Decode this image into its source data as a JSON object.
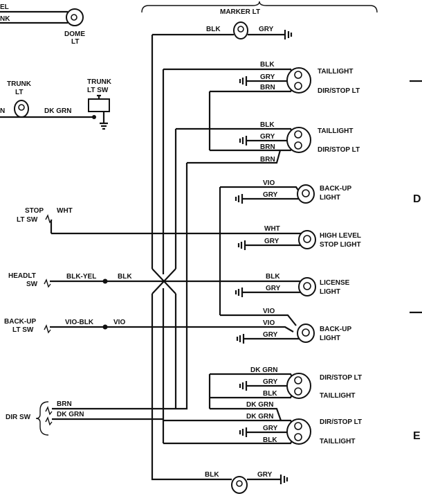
{
  "grid_labels": {
    "d": "D",
    "e": "E"
  },
  "components": {
    "marker_lt": "MARKER LT",
    "dome_lt_1": "DOME",
    "dome_lt_2": "LT",
    "trunk_lt_1": "TRUNK",
    "trunk_lt_2": "LT",
    "trunk_lt_sw_1": "TRUNK",
    "trunk_lt_sw_2": "LT SW",
    "taillight_a": "TAILLIGHT",
    "dir_stop_a": "DIR/STOP LT",
    "taillight_b": "TAILLIGHT",
    "dir_stop_b": "DIR/STOP LT",
    "backup_a_1": "BACK-UP",
    "backup_a_2": "LIGHT",
    "high_level_1": "HIGH LEVEL",
    "high_level_2": "STOP LIGHT",
    "license_1": "LICENSE",
    "license_2": "LIGHT",
    "backup_b_1": "BACK-UP",
    "backup_b_2": "LIGHT",
    "dir_stop_c": "DIR/STOP LT",
    "taillight_c": "TAILLIGHT",
    "dir_stop_d": "DIR/STOP LT",
    "taillight_d": "TAILLIGHT"
  },
  "switches": {
    "stop_1": "STOP",
    "stop_2": "LT SW",
    "headlt_1": "HEADLT",
    "headlt_2": "SW",
    "backup_1": "BACK-UP",
    "backup_2": "LT SW",
    "dir_sw": "DIR SW"
  },
  "wires": {
    "tl_yel": "EL",
    "tl_nk": "NK",
    "n_left": "N",
    "dk_grn_trunk": "DK GRN",
    "marker_blk": "BLK",
    "marker_gry": "GRY",
    "t1_blk": "BLK",
    "t1_gry": "GRY",
    "t1_brn": "BRN",
    "t2_blk": "BLK",
    "t2_gry": "GRY",
    "t2_brn": "BRN",
    "t2_brn_b": "BRN",
    "b1_vio": "VIO",
    "b1_gry": "GRY",
    "stop_wht": "WHT",
    "hl_wht": "WHT",
    "hl_gry": "GRY",
    "head_blk_yel": "BLK-YEL",
    "head_blk": "BLK",
    "lic_blk": "BLK",
    "lic_gry": "GRY",
    "b2_vio_a": "VIO",
    "b2_vio_b": "VIO",
    "b2_gry": "GRY",
    "bu_vio_blk": "VIO-BLK",
    "bu_vio": "VIO",
    "t3_dk_grn": "DK GRN",
    "t3_gry": "GRY",
    "t3_blk": "BLK",
    "dir_brn": "BRN",
    "dir_dk_grn": "DK GRN",
    "t4_dk_grn_a": "DK GRN",
    "t4_dk_grn_b": "DK GRN",
    "t4_gry": "GRY",
    "t4_blk": "BLK",
    "bottom_blk": "BLK",
    "bottom_gry": "GRY"
  }
}
